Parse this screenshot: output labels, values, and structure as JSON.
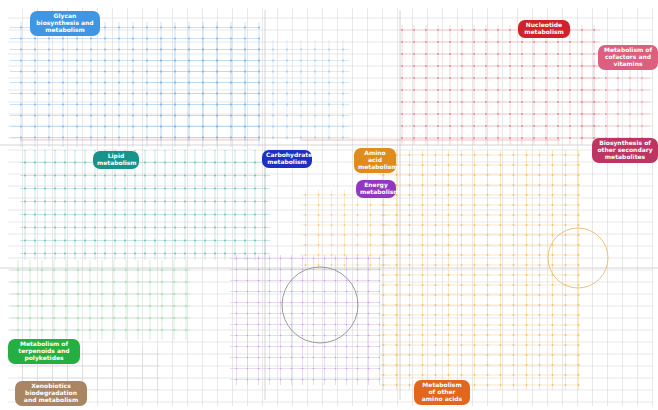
{
  "diagram": {
    "nodes": [
      {
        "text": [
          "Glycan biosynthesis and metabolism"
        ]
      },
      {
        "text": [
          "Nucleotide metabolism"
        ]
      },
      {
        "text": [
          "Metabolism of cofactors and vitamins"
        ]
      },
      {
        "text": [
          "Biosynthesis of other secondary metabolites"
        ]
      },
      {
        "text": [
          "Lipid metabolism"
        ]
      },
      {
        "text": [
          "Carbohydrate metabolism"
        ]
      },
      {
        "text": [
          "Amino acid metabolism"
        ]
      },
      {
        "text": [
          "Energy metabolism"
        ]
      },
      {
        "text": [
          "Metabolism of terpenoids and polyketides"
        ]
      },
      {
        "text": [
          "Xenobiotics biodegradation and metabolism"
        ]
      },
      {
        "text": [
          "Metabolism of other amino acids"
        ]
      }
    ]
  }
}
